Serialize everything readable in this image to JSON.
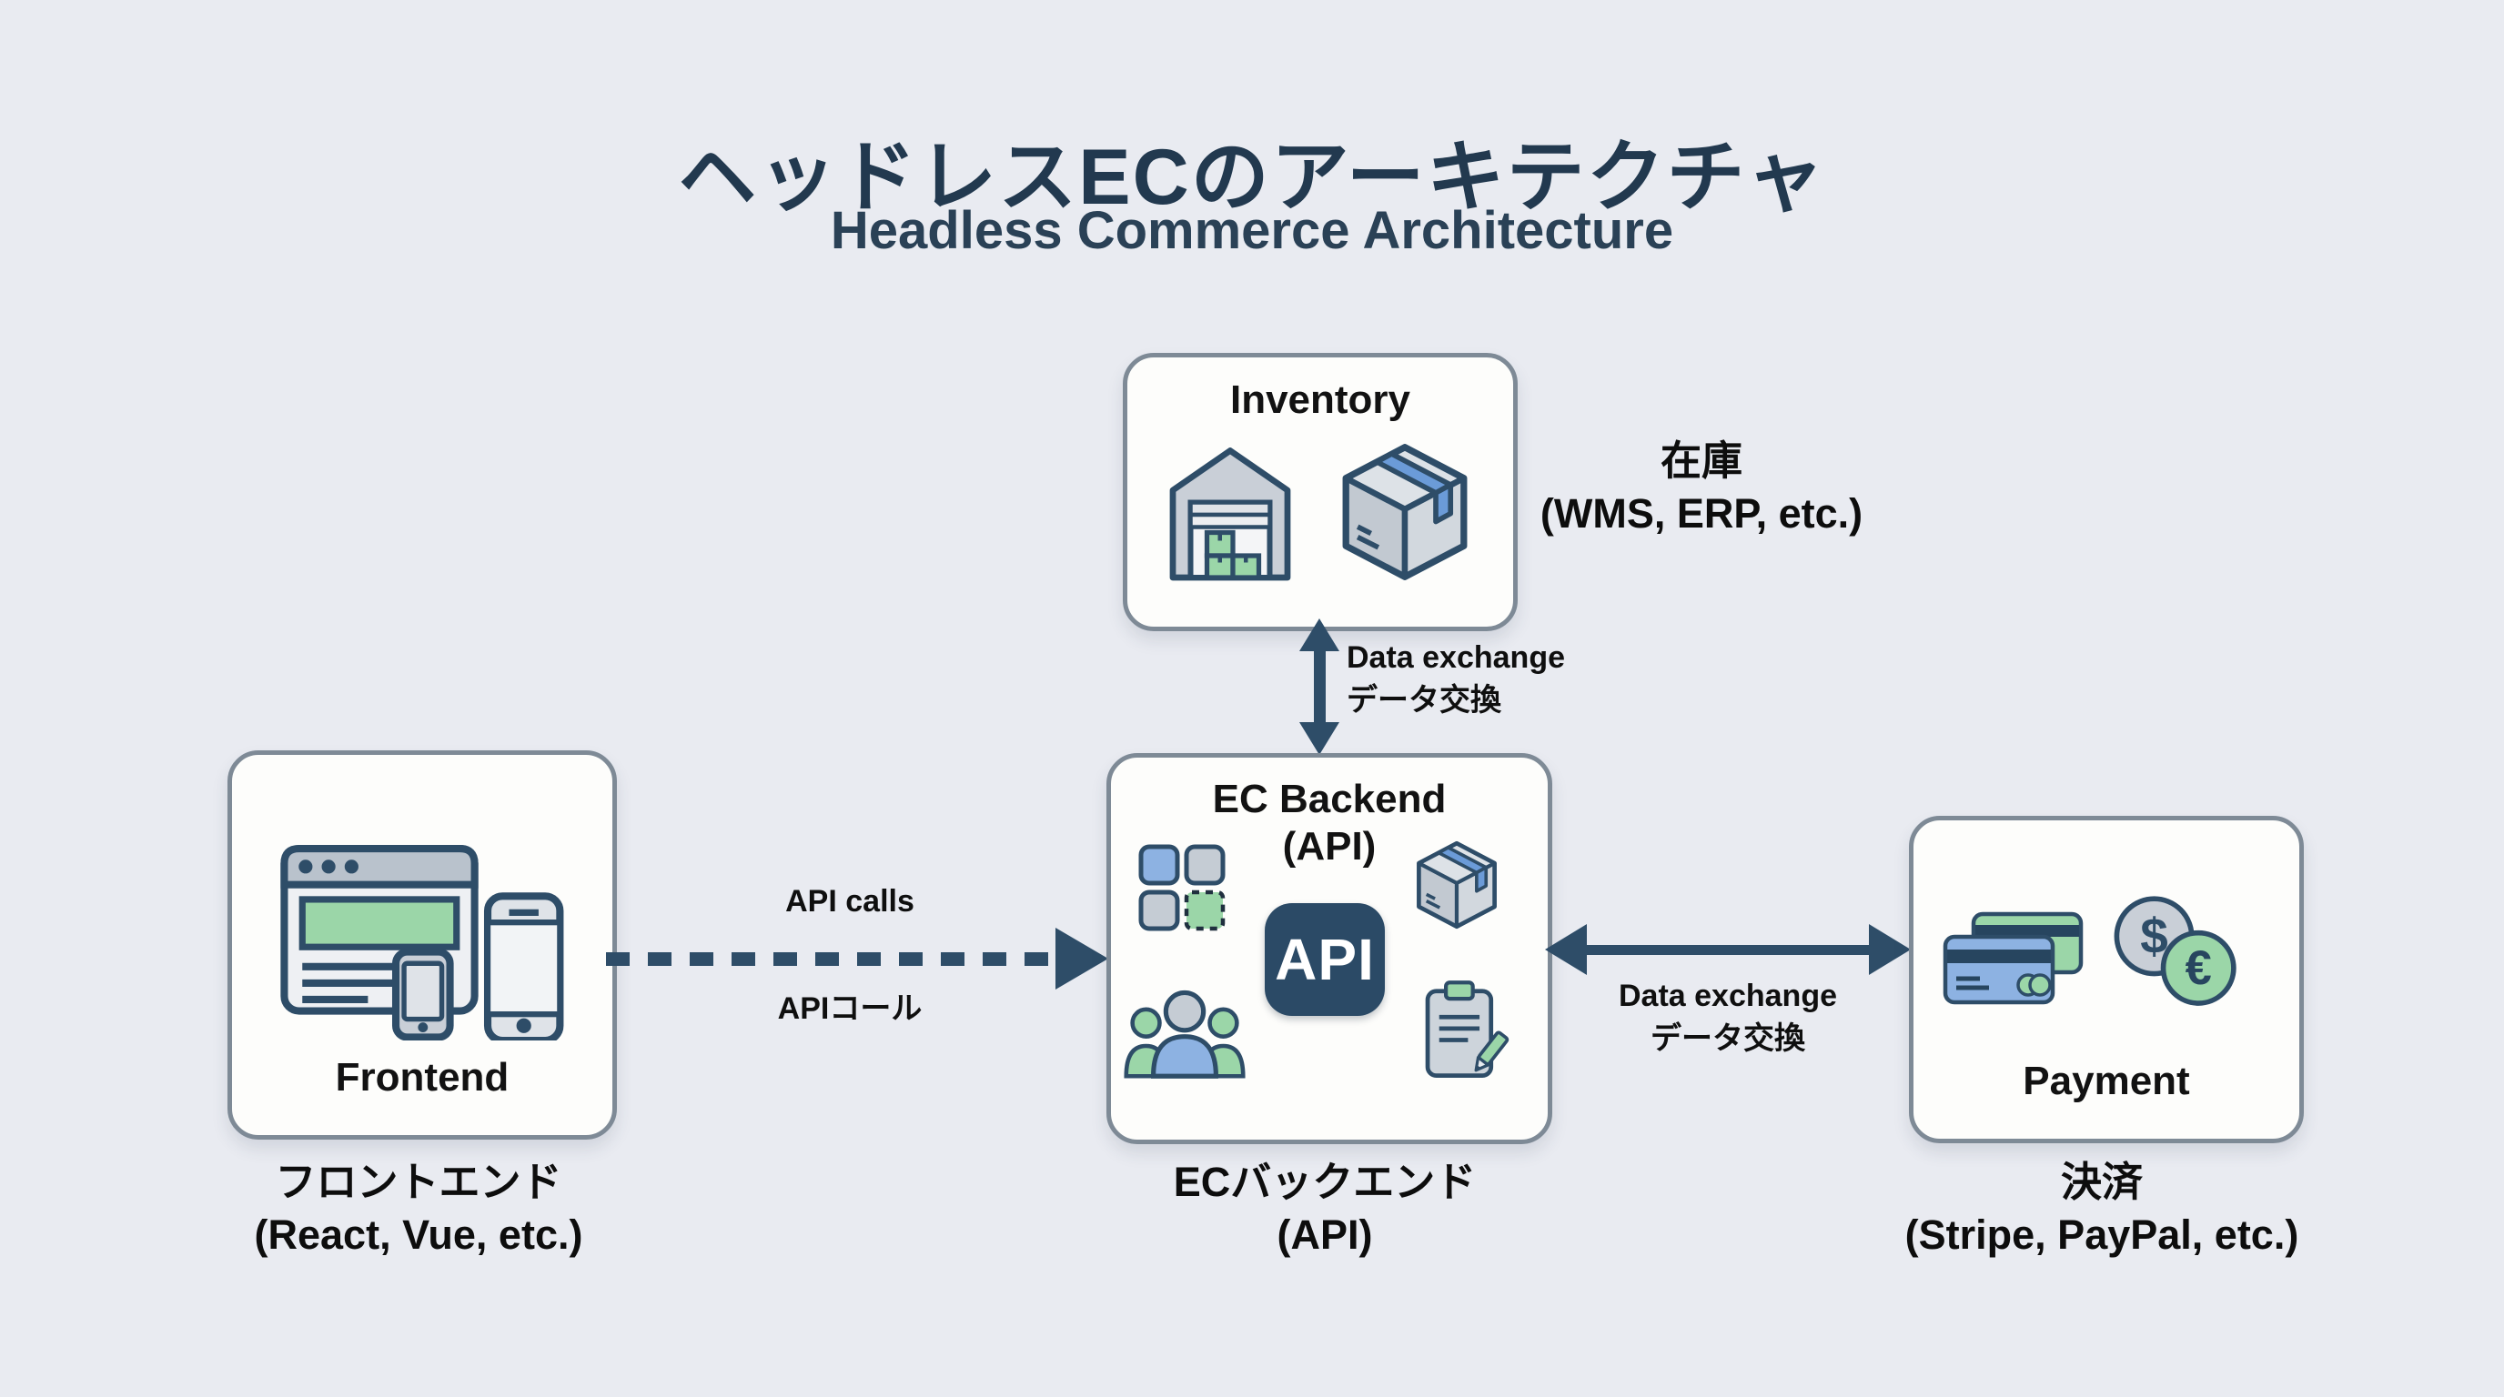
{
  "page_title": {
    "ja": "ヘッドレスECのアーキテクチャ",
    "en": "Headless Commerce Architecture"
  },
  "nodes": {
    "inventory": {
      "title": "Inventory",
      "caption_line1": "在庫",
      "caption_line2": "(WMS, ERP, etc.)"
    },
    "frontend": {
      "title": "Frontend",
      "caption_line1": "フロントエンド",
      "caption_line2": "(React, Vue, etc.)"
    },
    "backend": {
      "title_line1": "EC Backend",
      "title_line2": "(API)",
      "api_badge": "API",
      "caption_line1": "ECバックエンド",
      "caption_line2": "(API)"
    },
    "payment": {
      "title": "Payment",
      "caption_line1": "決済",
      "caption_line2": "(Stripe, PayPal, etc.)"
    }
  },
  "edges": {
    "frontend_to_backend": {
      "type": "dashed-arrow-right",
      "label_line1": "API calls",
      "label_line2": "APIコール"
    },
    "inventory_to_backend": {
      "type": "double-arrow-vertical",
      "label_line1": "Data exchange",
      "label_line2": "データ交換"
    },
    "backend_to_payment": {
      "type": "double-arrow-horizontal",
      "label_line1": "Data exchange",
      "label_line2": "データ交換"
    }
  },
  "icons": {
    "dollar_glyph": "$",
    "euro_glyph": "€",
    "names": [
      "warehouse-icon",
      "package-box-icon",
      "browser-devices-icon",
      "modules-grid-icon",
      "api-badge",
      "users-group-icon",
      "clipboard-pencil-icon",
      "credit-cards-icon",
      "currency-coins-icon"
    ]
  },
  "colors": {
    "background": "#e9ebf1",
    "node_bg": "#fdfdfb",
    "node_border": "#7e8a96",
    "title_navy": "#22394f",
    "outline_navy": "#2e4d68",
    "api_badge_bg": "#2b4a66",
    "accent_blue": "#8db2e2",
    "accent_green": "#9bd6a8",
    "neutral_gray": "#c9cfd7",
    "text_black": "#111111"
  }
}
